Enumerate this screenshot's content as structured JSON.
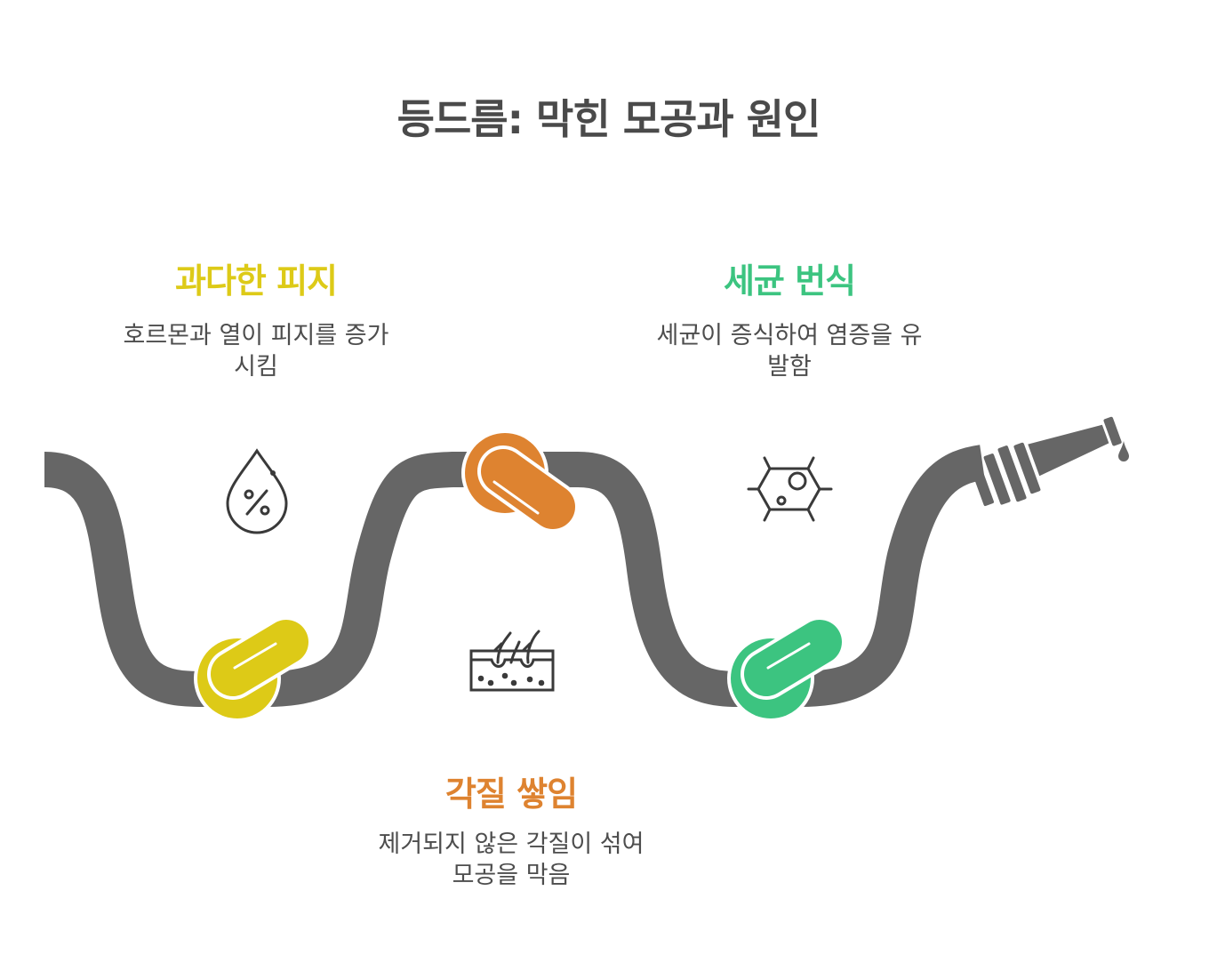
{
  "title": "등드름: 막힌 모공과 원인",
  "steps": [
    {
      "heading": "과다한 피지",
      "desc_line1": "호르몬과 열이 피지를 증가",
      "desc_line2": "시킴",
      "color": "#DDCA17",
      "icon": "oil-drop-percent-icon"
    },
    {
      "heading": "각질 쌓임",
      "desc_line1": "제거되지 않은 각질이 섞여",
      "desc_line2": "모공을 막음",
      "color": "#DE8330",
      "icon": "skin-layer-hair-icon"
    },
    {
      "heading": "세균 번식",
      "desc_line1": "세균이 증식하여 염증을 유",
      "desc_line2": "발함",
      "color": "#3CC480",
      "icon": "bacteria-virus-icon"
    }
  ],
  "colors": {
    "hose": "#666666",
    "title": "#4a4a4a",
    "text": "#4d4d4d"
  }
}
